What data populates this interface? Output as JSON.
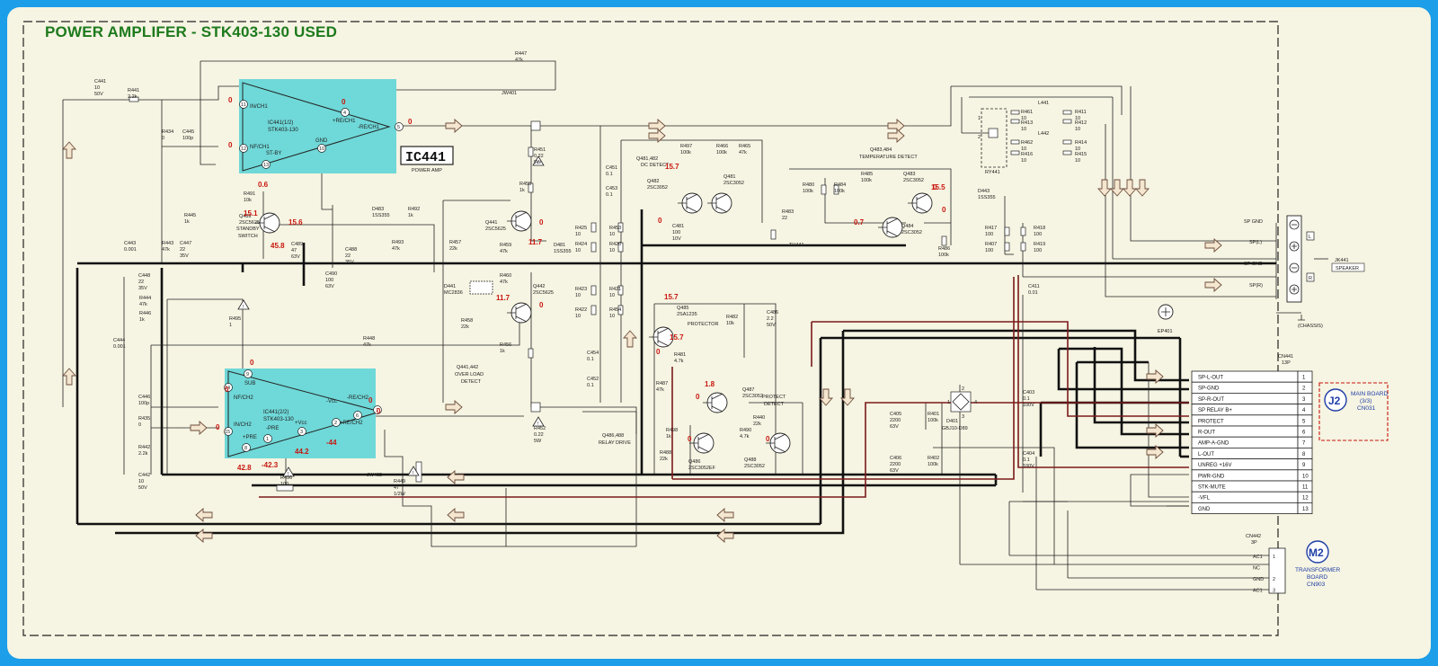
{
  "title": "POWER AMPLIFER - STK403-130 USED",
  "ic": {
    "box_label": "IC441",
    "box_sub": "POWER AMP",
    "ch1_name": "IC441(1/2)",
    "ch1_part": "STK403-130",
    "ch2_name": "IC441(2/2)",
    "ch2_part": "STK403-130",
    "ch1_pins": {
      "in": "IN/CH1",
      "nf": "NF/CH1",
      "stby": "ST-BY",
      "gnd": "GND",
      "re_plus": "+RE/CH1",
      "re_minus": "-RE/CH1"
    },
    "ch2_pins": {
      "sub": "SUB",
      "nf": "NF/CH2",
      "in": "IN/CH2",
      "pre_minus": "-PRE",
      "pre_plus": "+PRE",
      "vcc_plus": "+Vcc",
      "vcc_minus": "-Vcc",
      "re_plus": "+RE/CH2",
      "re_minus": "-RE/CH2"
    },
    "pin_nums_ch1": [
      "11",
      "12",
      "13",
      "10",
      "4",
      "5"
    ],
    "pin_nums_ch2": [
      "9",
      "14",
      "15",
      "8",
      "1",
      "3",
      "2",
      "6",
      "7"
    ]
  },
  "labels": {
    "standby": "STANDBY",
    "switch": "SWITCH",
    "dc_detect": "DC DETECT",
    "temp_detect": "TEMPERATURE DETECT",
    "overload": "OVER LOAD",
    "detect": "DETECT",
    "relay_drive": "RELAY DRIVE",
    "protector": "PROTECTOR",
    "protect": "PROTECT",
    "chassis": "(CHASSIS)",
    "ep401": "EP401",
    "jk441": "JK441",
    "speaker": "SPEAKER",
    "ry441": "RY441",
    "jw401": "JW401",
    "jw402": "JW402",
    "dc_detect_q": "Q481,482",
    "temp_detect_q": "Q483,484",
    "overload_q": "Q441,442",
    "relay_q": "Q486,488",
    "d401": "D401",
    "d401_part": "GBJ10-D89",
    "l441": "L441",
    "l442": "L442",
    "th441": "TH441",
    "relay_pins": [
      "1",
      "2"
    ],
    "d401_pins": [
      "1",
      "2",
      "3",
      "4"
    ]
  },
  "components": {
    "c441": [
      "C441",
      "10",
      "50V"
    ],
    "r441": [
      "R441",
      "2.2k"
    ],
    "r434": [
      "R434",
      "0"
    ],
    "c445": [
      "C445",
      "100p"
    ],
    "r445": [
      "R445",
      "1k"
    ],
    "c443": [
      "C443",
      "0.001"
    ],
    "r443": [
      "R443",
      "47k"
    ],
    "c447": [
      "C447",
      "22",
      "35V"
    ],
    "r491": [
      "R491",
      "10k"
    ],
    "q489": [
      "Q489",
      "2SC5625"
    ],
    "c489": [
      "C489",
      "47",
      "63V"
    ],
    "c488": [
      "C488",
      "22",
      "35V"
    ],
    "d483": [
      "D483",
      "1SS355"
    ],
    "r492": [
      "R492",
      "1k"
    ],
    "r493": [
      "R493",
      "47k"
    ],
    "c490": [
      "C490",
      "100",
      "63V"
    ],
    "r447": [
      "R447",
      "47k"
    ],
    "r451": [
      "R451",
      "0.22",
      "5W"
    ],
    "r455": [
      "R455",
      "1k"
    ],
    "q441": [
      "Q441",
      "2SC5625"
    ],
    "r457": [
      "R457",
      "22k"
    ],
    "r459": [
      "R459",
      "47k"
    ],
    "d481": [
      "D481",
      "1SS355"
    ],
    "r460": [
      "R460",
      "47k"
    ],
    "q442": [
      "Q442",
      "2SC5625"
    ],
    "d441": [
      "D441",
      "MC2836"
    ],
    "r458": [
      "R458",
      "22k"
    ],
    "r456": [
      "R456",
      "1k"
    ],
    "r452": [
      "R452",
      "0.22",
      "5W"
    ],
    "c448": [
      "C448",
      "22",
      "35V"
    ],
    "r444": [
      "R444",
      "47k"
    ],
    "r446": [
      "R446",
      "1k"
    ],
    "c444": [
      "C444",
      "0.001"
    ],
    "r495": [
      "R495",
      "1"
    ],
    "r448": [
      "R448",
      "47k"
    ],
    "c446": [
      "C446",
      "100p"
    ],
    "r435": [
      "R435",
      "0"
    ],
    "r442": [
      "R442",
      "2.2k"
    ],
    "c442": [
      "C442",
      "10",
      "50V"
    ],
    "r496": [
      "R496",
      "100"
    ],
    "r449": [
      "R449",
      "47",
      "1/2W"
    ],
    "c451": [
      "C451",
      "0.1"
    ],
    "c453": [
      "C453",
      "0.1"
    ],
    "r425": [
      "R425",
      "10"
    ],
    "r424": [
      "R424",
      "10"
    ],
    "r453": [
      "R453",
      "10"
    ],
    "r420": [
      "R420",
      "10"
    ],
    "r423": [
      "R423",
      "10"
    ],
    "r421": [
      "R421",
      "10"
    ],
    "r422": [
      "R422",
      "10"
    ],
    "r454": [
      "R454",
      "10"
    ],
    "c454": [
      "C454",
      "0.1"
    ],
    "c452": [
      "C452",
      "0.1"
    ],
    "r497": [
      "R497",
      "100k"
    ],
    "r466": [
      "R466",
      "100k"
    ],
    "r465": [
      "R465",
      "47k"
    ],
    "q482": [
      "Q482",
      "2SC3052"
    ],
    "q481": [
      "Q481",
      "2SC3052"
    ],
    "c481": [
      "C481",
      "100",
      "10V"
    ],
    "r485": [
      "R485",
      "100k"
    ],
    "q483": [
      "Q483",
      "2SC3052"
    ],
    "r480": [
      "R480",
      "100k"
    ],
    "r484": [
      "R484",
      "100k"
    ],
    "r483": [
      "R483",
      "22"
    ],
    "q484": [
      "Q484",
      "2SC3052"
    ],
    "r486": [
      "R486",
      "100k"
    ],
    "d443": [
      "D443",
      "1SS355"
    ],
    "r417": [
      "R417",
      "100"
    ],
    "r418": [
      "R418",
      "100"
    ],
    "r407": [
      "R407",
      "100"
    ],
    "r419": [
      "R419",
      "100"
    ],
    "c411": [
      "C411",
      "0.01"
    ],
    "r461": [
      "R461",
      "10"
    ],
    "r411": [
      "R411",
      "10"
    ],
    "r413": [
      "R413",
      "10"
    ],
    "r412": [
      "R412",
      "10"
    ],
    "r462": [
      "R462",
      "10"
    ],
    "r414": [
      "R414",
      "10"
    ],
    "r416": [
      "R416",
      "10"
    ],
    "r415": [
      "R415",
      "10"
    ],
    "q485": [
      "Q485",
      "2SA1235"
    ],
    "r482": [
      "R482",
      "10k"
    ],
    "c486": [
      "C486",
      "2.2",
      "50V"
    ],
    "r481": [
      "R481",
      "4.7k"
    ],
    "r487": [
      "R487",
      "47k"
    ],
    "q487": [
      "Q487",
      "2SC3052"
    ],
    "r498": [
      "R498",
      "1k"
    ],
    "r490": [
      "R490",
      "4.7k"
    ],
    "r440": [
      "R440",
      "22k"
    ],
    "r488": [
      "R488",
      "22k"
    ],
    "q486": [
      "Q486",
      "2SC3052EF"
    ],
    "q488": [
      "Q488",
      "2SC3052"
    ],
    "c405": [
      "C405",
      "2200",
      "63V"
    ],
    "r401": [
      "R401",
      "100k"
    ],
    "c403": [
      "C403",
      "0.1",
      "100V"
    ],
    "c406": [
      "C406",
      "2200",
      "63V"
    ],
    "r402": [
      "R402",
      "100k"
    ],
    "c404": [
      "C404",
      "0.1",
      "100V"
    ]
  },
  "voltages": [
    "0",
    "0",
    "0",
    "0",
    "0.6",
    "15.1",
    "15.6",
    "45.8",
    "0",
    "11.7",
    "11.7",
    "0",
    "15.7",
    "0",
    "15.5",
    "0.7",
    "0",
    "0",
    "15.7",
    "15.7",
    "0",
    "1.8",
    "0",
    "0",
    "0",
    "0",
    "0",
    "0",
    "0",
    "0",
    "42.8",
    "-42.3",
    "44.2",
    "-44"
  ],
  "speaker_terminals": [
    "SP GND",
    "SP(L)",
    "SP GND",
    "SP(R)"
  ],
  "speaker_side": [
    "L",
    "R"
  ],
  "cn441": {
    "name": "CN441",
    "pins_count": "13P",
    "rows": [
      [
        "SP-L-OUT",
        "1"
      ],
      [
        "SP-GND",
        "2"
      ],
      [
        "SP-R-OUT",
        "3"
      ],
      [
        "SP RELAY B+",
        "4"
      ],
      [
        "PROTECT",
        "5"
      ],
      [
        "R-OUT",
        "6"
      ],
      [
        "AMP-A-GND",
        "7"
      ],
      [
        "L-OUT",
        "8"
      ],
      [
        "UNREG +16V",
        "9"
      ],
      [
        "PWR-GND",
        "10"
      ],
      [
        "STK-MUTE",
        "11"
      ],
      [
        "-VFL",
        "12"
      ],
      [
        "GND",
        "13"
      ]
    ]
  },
  "cn442": {
    "name": "CN442",
    "pins_count": "3P",
    "rows": [
      [
        "AC1",
        "1"
      ],
      [
        "NC",
        ""
      ],
      [
        "GND",
        "2"
      ],
      [
        "AC1",
        "3"
      ]
    ]
  },
  "j2": {
    "badge": "J2",
    "lines": [
      "MAIN BOARD",
      "(3/3)",
      "CN031"
    ]
  },
  "m2": {
    "badge": "M2",
    "lines": [
      "TRANSFORMER",
      "BOARD",
      "CN903"
    ]
  },
  "colors": {
    "background": "#1c9ee8",
    "paper": "#f6f4e2",
    "title": "#1d7a1d",
    "ic_fill": "#6fd8d8",
    "voltage": "#c8160e",
    "badge": "#1e3ea6",
    "trace_red": "#7a1a1a"
  }
}
